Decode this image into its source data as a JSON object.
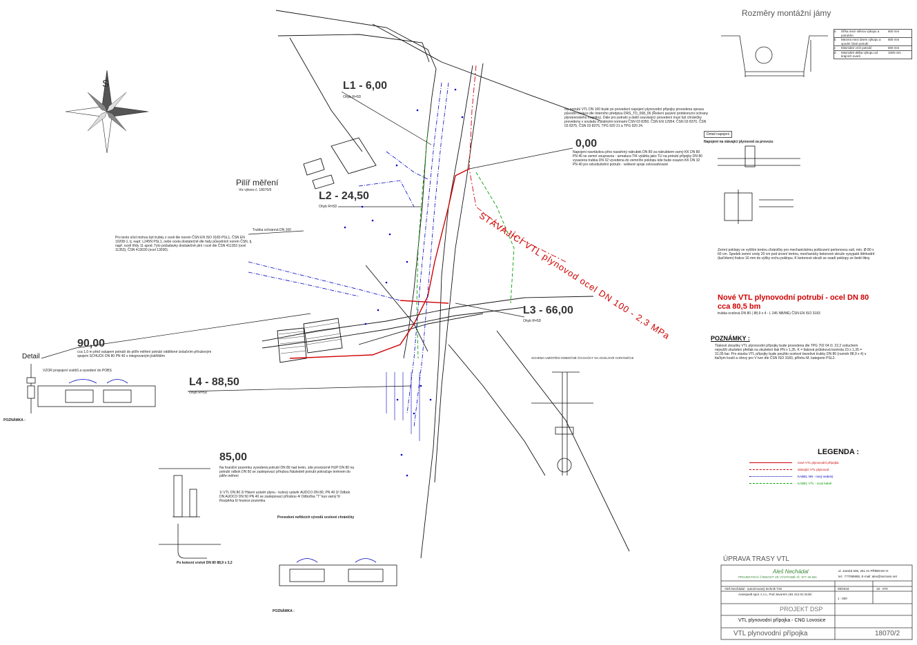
{
  "header": {
    "pit_title": "Rozměry montážní jámy",
    "pit_table": [
      {
        "key": "a",
        "desc": "Šířka mezi stěnou výkopu a potrubím",
        "value": "600 mm"
      },
      {
        "key": "b",
        "desc": "Mezera mezi dnem výkopu a spodní částí potrubí",
        "value": "600 mm"
      },
      {
        "key": "c",
        "desc": "Minimální vrch potrubí",
        "value": "600 mm"
      },
      {
        "key": "d",
        "desc": "Minimální délka výkopu od krajních svarů",
        "value": "1000 mm"
      }
    ]
  },
  "compass": {
    "label": "S"
  },
  "points": {
    "l1": {
      "label": "L1 - 6,00",
      "sub": "Ohyb R=5D"
    },
    "l2": {
      "label": "L2 - 24,50",
      "sub": "Ohyb R=5D"
    },
    "l3": {
      "label": "L3 - 66,00",
      "sub": "Ohyb R=5D"
    },
    "l4": {
      "label": "L4 - 88,50",
      "sub": "Ohyb R=5D"
    },
    "p0": {
      "label": "0,00"
    },
    "p90": {
      "label": "90,00"
    },
    "p85": {
      "label": "85,00"
    }
  },
  "labels": {
    "pilir": "Pilíř měření",
    "pilir_sub": "Viz výkres č. 18070/5",
    "trubka": "Trubka ochranná DN 160",
    "existing_pipe": "STÁVAJÍCÍ VTL plynovod ocel DN 100 - 2,3 MPa",
    "new_pipe_1": "Nové VTL plynovodní potrubí - ocel DN 80",
    "new_pipe_2": "cca 80,5 bm",
    "new_pipe_3": "trubka ocelová DN 80 ( 88,9 x 4 - L 245 NB/ME) ČSN EN ISO 3183",
    "detail": "Detail",
    "detail_napojeni": "Detail napojení",
    "napojeni_title": "Napojení na stávající plynovod za provozu",
    "vzor": "VZOR propojení vodičů a vyvedení do POBS",
    "provedeni": "Provedení nefiticích vývodů ocelové chráničky",
    "schema": "SCHEMA UMÍSTĚNÍ ODBOČNÉ ČICHAČKY NA OCELOVÉ CHRÁNIČCE",
    "legend": "LEGENDA :",
    "poznamky": "POZNÁMKY :",
    "poznamka_left": "POZNÁMKA :",
    "poznamka_bottom": "POZNÁMKA :",
    "kotvy": "Po kotevní vrstvě DN 80 88,9 x 3,2",
    "uprava": "ÚPRAVA TRASY VTL"
  },
  "notes": {
    "p0_text": "Napojení navrtávkou přes navařený nátrubek DN 80 za nátrubkem varný KK DN 80 PN 40 se zemní soupravou - armatura TIK vytáhla jako TU na potrubí přípojky DN 80 vysazena trubka DN 32 vyvedena do zemního poklopu kde bude osazen KK DN 32 PN 40 pro odvzdušnění potrubí - veškeré spoje celosvařované",
    "p90_text": "cca 1,0 m před valupem potrubí do pilíře měření potrubí oddělené izolačním přírubovým spojem SCHUCK DN 80 PN 40 s integrovaným jiskřištěm",
    "p85_text": "Na hraniční pozemku vyvedená potrubí DN 80 nad terén, zde provizorně HUP DN 80 na potrubí odbok DN 50 se zaslepovací přírubou Následně potrubí pokračuje terénem do pilíře měření",
    "p85_list": "1/ VTL DN 80  2/ Hlavní uzávěr plynu - kulový uzávěr AUDCO DN 80, PN 40  3/ Odbok DN AUDCO DN 50 PN 40 se zaslepovací přírubou  4/ Odbočka \"T\" kus varný  5/ Rozpěrka  6/ hranice pozemku",
    "top_text": "Na potrubí VTL DN 100 bude po provedení napojení plynovodní přípojky provedena oprava původní izolace dle Interního předpisu DRS_TD_008_06 (Řešení pasivní protikorozní ochrany plynárenského majetku). Dále pro potrubí a další související provedení musí být chráničky provedeny v souladu s platnými normami ČSN 03 8350, ČSN EN 12954, ČSN 03 8370, ČSN 03 8375, ČSN 03 8376, TPG 920 21 a TPG 920 24.",
    "chranicka_text": "Pro tento účel mohou být trubky z oceli dle norem ČSN EN ISO 3183 PSL1, ČSN EN 10208-1, tj. např. L245N PSL1, nebo ocela dostatečně dle řady původních norem ČSN, tj. např. ocelí třídy 11 apod. Tyto požadavky dostatečně plní i ocel dle ČSN 411353 (ocel 11353), ČSN 413030 (ocel 13030).",
    "zemni_text": "Zemní poklopy ve vyšším terénu chráničky pro mechanickému poškození pertonovou sutí, min. Ø 80 x 60 cm. Spodek zemní cesty 20 cm pod úrovní terénu, mechanicky betonové skruže vysypaté štěrkodrtí (kačírkem) frakce 16 mm do výšky vrchu poklopu. K betonové skruži se osadí poklopy ze šedé litiny.",
    "legend_items": [
      {
        "label": "nové VTL plynovodní přípojka",
        "color": "#d00000",
        "style": "solid"
      },
      {
        "label": "stávající VTL plynovod",
        "color": "#d00000",
        "style": "dashed"
      },
      {
        "label": "KABEL NN - nový vedený",
        "color": "#0000c0",
        "style": "dash-dot"
      },
      {
        "label": "KABEL VTL - nový kabel",
        "color": "#00a000",
        "style": "dashed"
      }
    ],
    "poznamky_text": "Tlakové zkoušky VTL plynovodní přípojky bude provedena dle TPG 702 04 čl. 22,2 vzduchem nejvyšší zkušební přetlak na zkušební tlak PN x 1,35. K = tlaková průtoková kontrola 23 x 1,35 = 31,05 bar. Pro stavbu VTL přípojky bude použito ocelové bezešvé trubky DN 80 (rozměr 88,9 x 4) s tlačtym kvaší a citovy pro V tver dle ČSN ISO 3183, přílohu M, kategorie PSL2."
  },
  "title_block": {
    "company": "Aleš Nechádal",
    "company_sub": "PROJEKTOVÁ ČINNOST VE VÝSTAVBĚ   IČ: 877 45 661",
    "address": "ul. Janská 935, 251 01 PŘÍBRAM VI",
    "phone": "tel.: 777095985, E-mail: alex@seznam.net",
    "designer": "Aleš Nechádal - autorizovaný technik T25",
    "investor": "Autospedt spol. s r.o., Pod Javorem 181 413 01 Dolní",
    "date": "09/2018",
    "scale": "1 : 500",
    "sheet_no": "18 - 070",
    "stage": "PROJEKT DSP",
    "project": "VTL plynovodní přípojka - CNG Lovosice",
    "drawing": "VTL plynovodní přípojka",
    "number": "18070/2"
  }
}
